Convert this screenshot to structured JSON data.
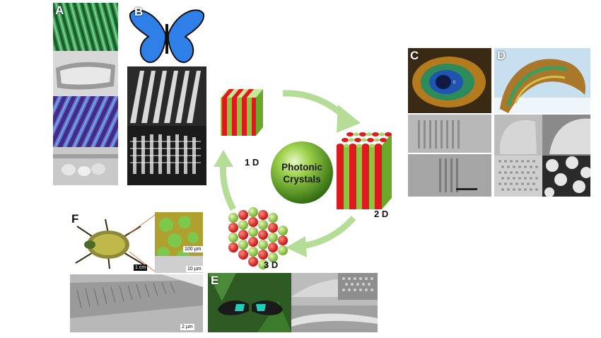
{
  "center": {
    "line1": "Photonic",
    "line2": "Crystals"
  },
  "dimensions": {
    "d1": "1 D",
    "d2": "2 D",
    "d3": "3 D"
  },
  "panels": {
    "a": "A",
    "b": "B",
    "c": "C",
    "d": "D",
    "e": "E",
    "f": "F"
  },
  "scales": {
    "f_cm": "1 cm",
    "f_100um": "100 µm",
    "f_10um": "10 µm",
    "f_2um": "2 µm"
  },
  "colors": {
    "arrow": "#a9d48a",
    "sphere": "#7bbf3a",
    "red": "#e0191f",
    "green": "#8cc63f"
  }
}
